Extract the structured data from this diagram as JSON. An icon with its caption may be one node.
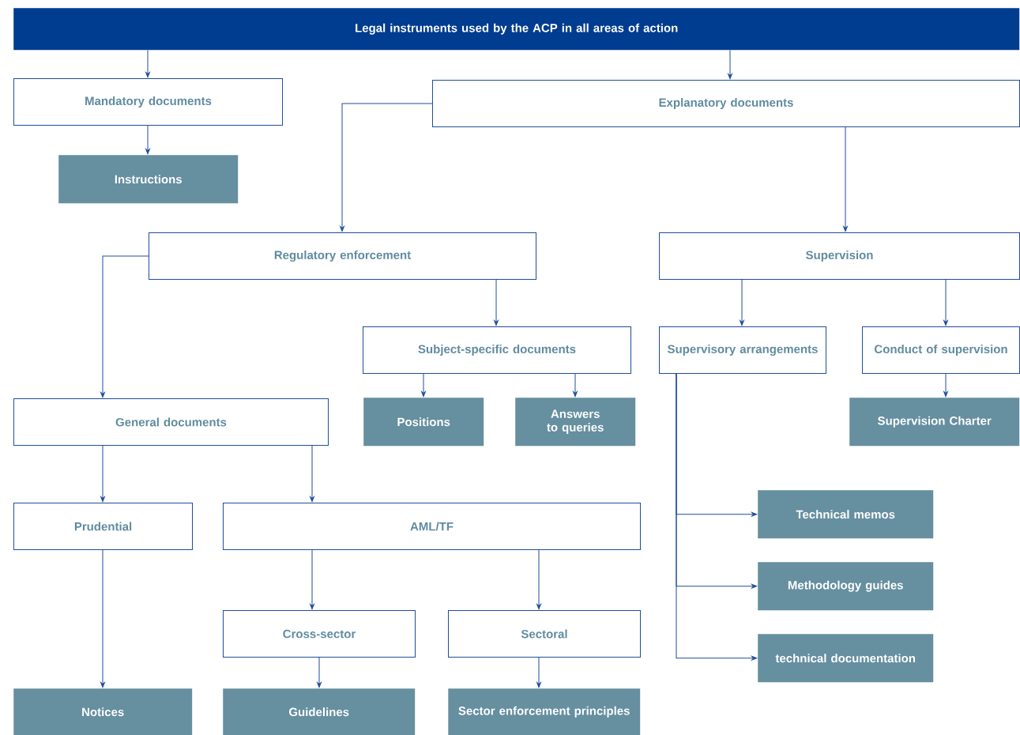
{
  "diagram": {
    "nodes": [
      {
        "text": [
          "Legal instruments used by the ACP in all areas of action"
        ]
      },
      {
        "text": [
          "Mandatory documents"
        ]
      },
      {
        "text": [
          "Instructions"
        ]
      },
      {
        "text": [
          "Explanatory documents"
        ]
      },
      {
        "text": [
          "Regulatory enforcement"
        ]
      },
      {
        "text": [
          "Supervision"
        ]
      },
      {
        "text": [
          "Subject-specific documents"
        ]
      },
      {
        "text": [
          "Supervisory arrangements"
        ]
      },
      {
        "text": [
          "Conduct of supervision"
        ]
      },
      {
        "text": [
          "General documents"
        ]
      },
      {
        "text": [
          "Positions"
        ]
      },
      {
        "text": [
          "Answers to queries"
        ]
      },
      {
        "text": [
          "Supervision Charter"
        ]
      },
      {
        "text": [
          "Prudential"
        ]
      },
      {
        "text": [
          "AML/TF"
        ]
      },
      {
        "text": [
          "Technical memos"
        ]
      },
      {
        "text": [
          "Methodology guides"
        ]
      },
      {
        "text": [
          "technical documentation"
        ]
      },
      {
        "text": [
          "Cross-sector"
        ]
      },
      {
        "text": [
          "Sectoral"
        ]
      },
      {
        "text": [
          "Notices"
        ]
      },
      {
        "text": [
          "Guidelines"
        ]
      },
      {
        "text": [
          "Sector enforcement principles"
        ]
      }
    ],
    "edges": [
      {
        "from": 0,
        "to": 1,
        "arrow": "to"
      },
      {
        "from": 0,
        "to": 3,
        "arrow": "to"
      },
      {
        "from": 1,
        "to": 2,
        "arrow": "to"
      },
      {
        "from": 3,
        "to": 4,
        "arrow": "to"
      },
      {
        "from": 3,
        "to": 5,
        "arrow": "to"
      },
      {
        "from": 4,
        "to": 9,
        "arrow": "to"
      },
      {
        "from": 4,
        "to": 6,
        "arrow": "to"
      },
      {
        "from": 5,
        "to": 7,
        "arrow": "to"
      },
      {
        "from": 5,
        "to": 8,
        "arrow": "to"
      },
      {
        "from": 6,
        "to": 10,
        "arrow": "to"
      },
      {
        "from": 6,
        "to": 11,
        "arrow": "to"
      },
      {
        "from": 8,
        "to": 12,
        "arrow": "to"
      },
      {
        "from": 7,
        "to": 15,
        "arrow": "to"
      },
      {
        "from": 7,
        "to": 16,
        "arrow": "to"
      },
      {
        "from": 7,
        "to": 17,
        "arrow": "to"
      },
      {
        "from": 9,
        "to": 13,
        "arrow": "to"
      },
      {
        "from": 9,
        "to": 14,
        "arrow": "to"
      },
      {
        "from": 13,
        "to": 20,
        "arrow": "to"
      },
      {
        "from": 14,
        "to": 18,
        "arrow": "to"
      },
      {
        "from": 14,
        "to": 19,
        "arrow": "to"
      },
      {
        "from": 18,
        "to": 21,
        "arrow": "to"
      },
      {
        "from": 19,
        "to": 22,
        "arrow": "to"
      }
    ]
  }
}
